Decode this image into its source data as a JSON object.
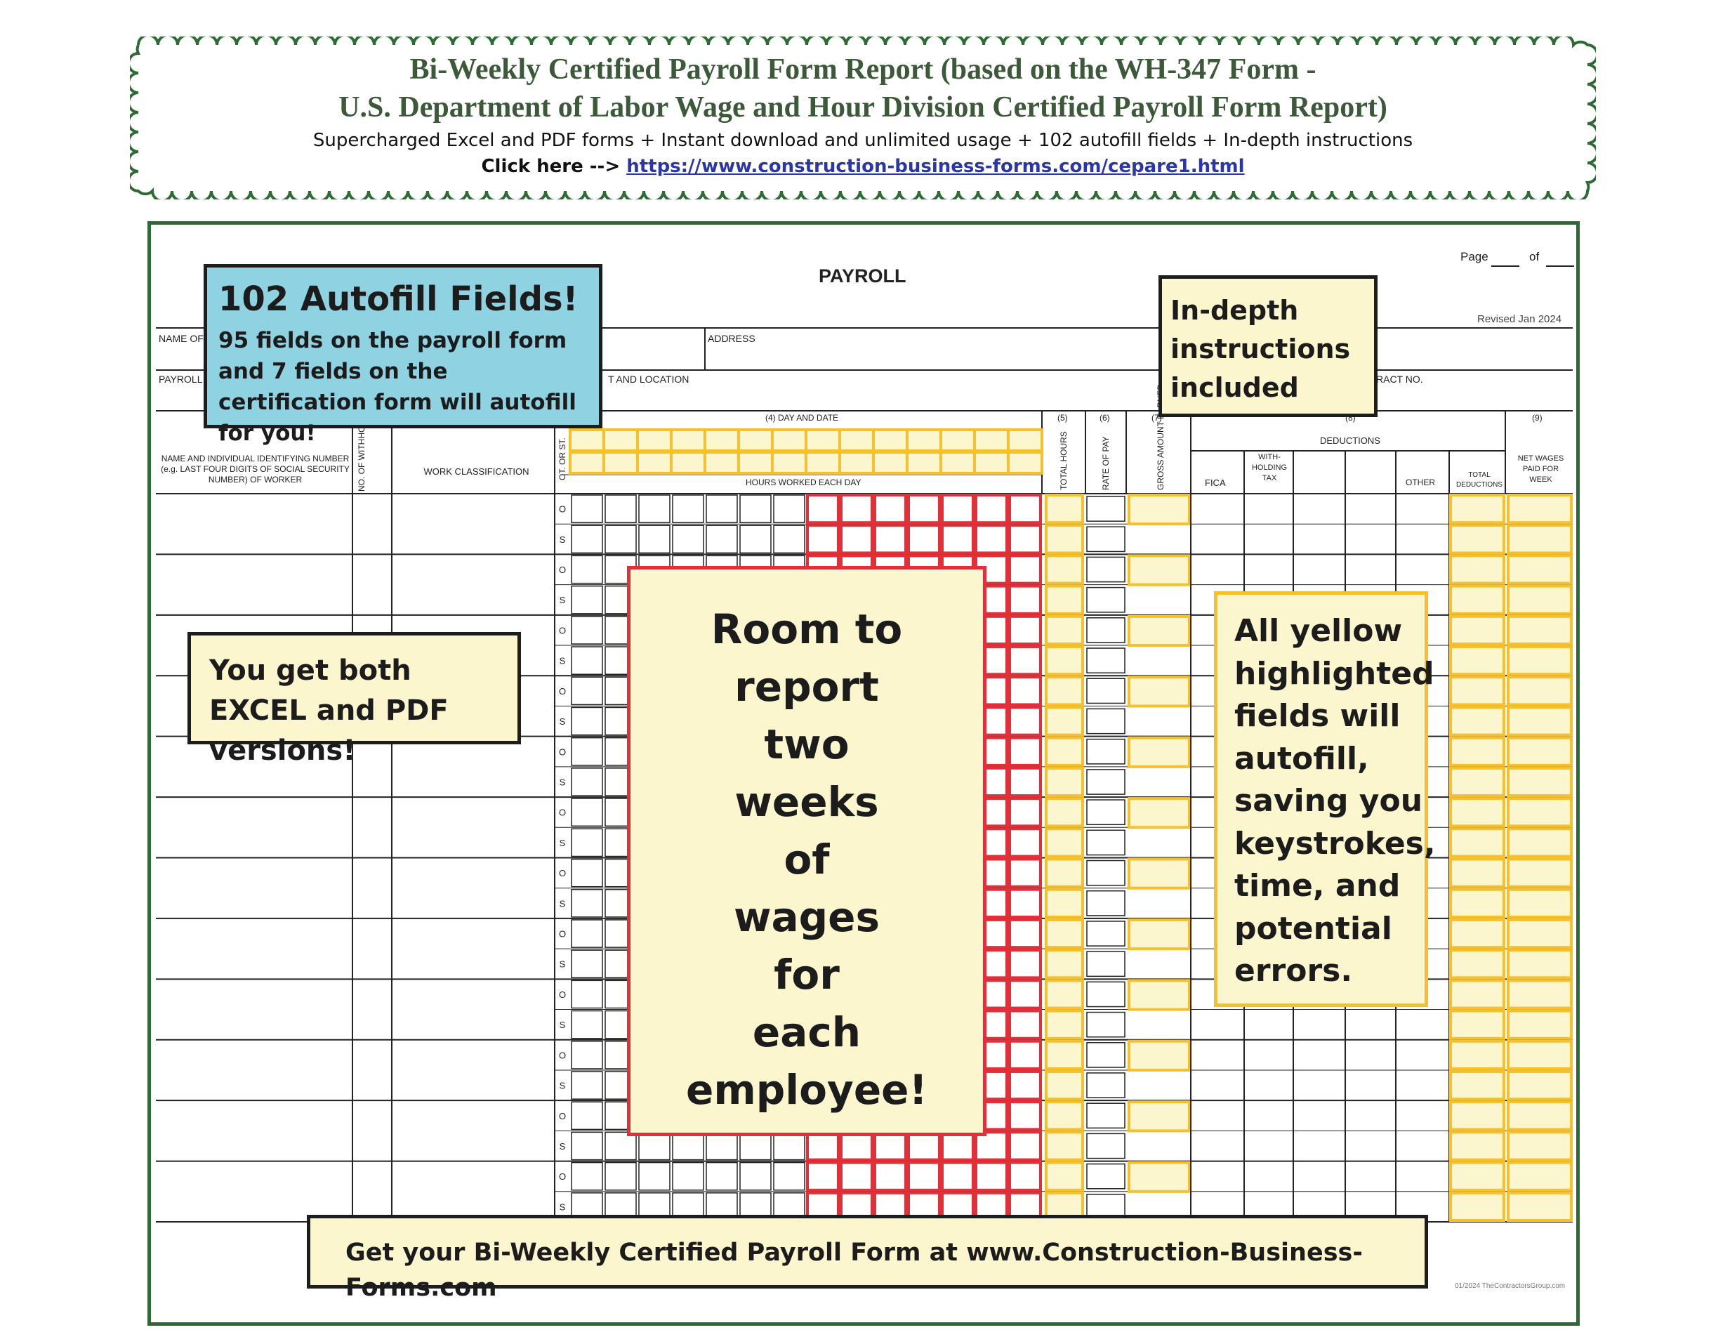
{
  "banner": {
    "title_line1": "Bi-Weekly Certified Payroll Form Report (based on the WH-347 Form -",
    "title_line2": "U.S. Department of Labor Wage and Hour Division Certified Payroll Form Report)",
    "subtitle": "Supercharged Excel and PDF forms + Instant download and unlimited usage + 102 autofill fields + In-depth instructions",
    "click_prefix": "Click here -->",
    "link_text": "https://www.construction-business-forms.com/cepare1.html"
  },
  "form": {
    "title": "PAYROLL",
    "page_label": "Page",
    "of_label": "of",
    "revised": "Revised Jan 2024",
    "name_of_label": "NAME OF",
    "address_label": "ADDRESS",
    "payroll_label": "PAYROLL",
    "location_label": "T AND LOCATION",
    "contract_label": "RACT NO.",
    "day_date_label": "(4) DAY AND DATE",
    "hours_each_day": "HOURS WORKED EACH DAY",
    "col5": "(5)",
    "col6": "(6)",
    "col7": "(7)",
    "col8": "(8)",
    "col9": "(9)",
    "deductions": "DEDUCTIONS",
    "name_col": "NAME AND INDIVIDUAL IDENTIFYING NUMBER (e.g. LAST FOUR DIGITS OF SOCIAL SECURITY NUMBER) OF WORKER",
    "exemptions_col": "NO. OF WITHHOLDING EXEMPTIONS",
    "work_class": "WORK CLASSIFICATION",
    "ot_st": "OT. OR ST.",
    "total_hours": "TOTAL HOURS",
    "rate_of_pay": "RATE OF PAY",
    "gross_amount": "GROSS AMOUNT EARNED",
    "fica": "FICA",
    "withholding_tax": "WITH- HOLDING TAX",
    "other": "OTHER",
    "total_deductions": "TOTAL DEDUCTIONS",
    "net_wages": "NET WAGES PAID FOR WEEK",
    "row_letter_o": "O",
    "row_letter_s": "S",
    "footer_small": "01/2024 TheContractorsGroup.com"
  },
  "callouts": {
    "autofill_title": "102 Autofill Fields!",
    "autofill_body": "95 fields on the payroll form and 7 fields on the certification form will autofill for you!",
    "instructions": "In-depth instructions included",
    "excel_pdf": "You get both EXCEL and PDF versions!",
    "room_to_report": [
      "Room to",
      "report",
      "two",
      "weeks",
      "of",
      "wages",
      "for",
      "each",
      "employee!"
    ],
    "yellow_fields": [
      "All yellow",
      "highlighted",
      "fields will",
      "autofill,",
      "saving you",
      "keystrokes,",
      "time, and",
      "potential",
      "errors."
    ],
    "get_form": "Get your Bi-Weekly Certified Payroll Form at www.Construction-Business-Forms.com"
  },
  "colors": {
    "green_border": "#2e6b34",
    "cream": "#fcf6cf",
    "yellow": "#f4c02e",
    "red": "#e0303a",
    "blue": "#8fd3e2"
  }
}
